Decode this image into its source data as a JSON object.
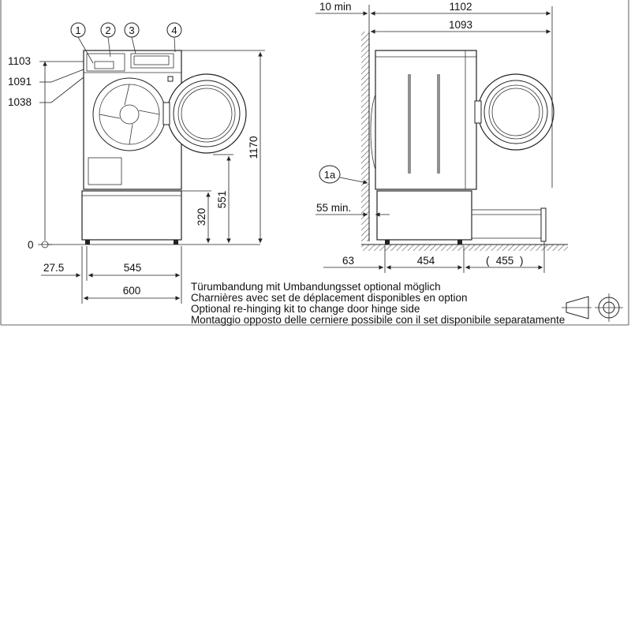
{
  "front_view": {
    "callouts": [
      "1",
      "2",
      "3",
      "4"
    ],
    "heights": {
      "h1103": "1103",
      "h1091": "1091",
      "h1038": "1038",
      "zero": "0",
      "h1170": "1170",
      "h551": "551",
      "h320": "320"
    },
    "widths": {
      "w27_5": "27.5",
      "w545": "545",
      "w600": "600"
    }
  },
  "side_view": {
    "wall_gap": "10 min",
    "depth_total": "1102",
    "depth_body": "1093",
    "callout_1a": "1a",
    "gap_min": "55 min.",
    "w63": "63",
    "w454": "454",
    "w455": "455"
  },
  "notes": [
    "Türumbandung mit Umbandungsset optional möglich",
    "Charnières avec set de déplacement disponibles en option",
    "Optional re-hinging kit to change door hinge side",
    "Montaggio opposto delle cerniere possibile con il set disponibile separatamente"
  ],
  "projection_symbol": "third-angle-projection-icon"
}
